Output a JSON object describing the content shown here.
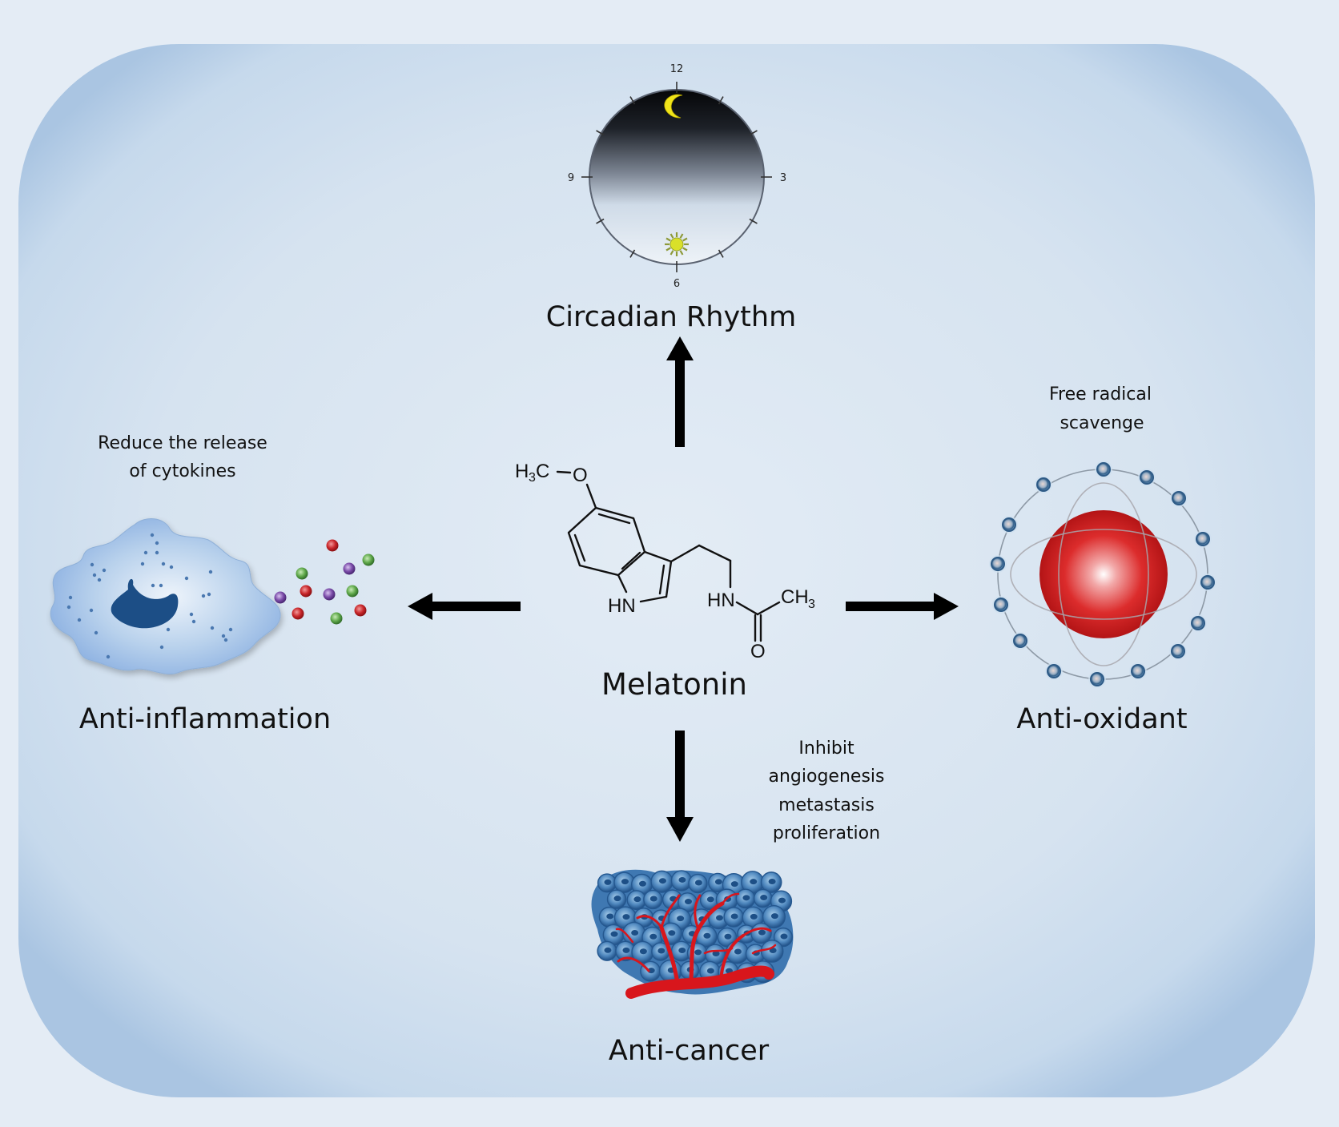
{
  "diagram": {
    "center": {
      "molecule_name": "Melatonin",
      "structure_labels": {
        "methoxy_h": "H",
        "methoxy_sub": "3",
        "methoxy_c": "C",
        "methoxy_o": "O",
        "indole_nh": "HN",
        "amide_nh": "HN",
        "methyl_c": "CH",
        "methyl_sub": "3",
        "carbonyl_o": "O"
      }
    },
    "effects": [
      {
        "id": "circadian",
        "title": "Circadian Rhythm",
        "direction": "up",
        "caption_lines": [],
        "icon": "clock-day-night-icon",
        "clock_numbers": [
          "12",
          "3",
          "6",
          "9"
        ]
      },
      {
        "id": "anti-inflammation",
        "title": "Anti-inflammation",
        "direction": "left",
        "caption_lines": [
          "Reduce the release",
          "of cytokines"
        ],
        "icon": "macrophage-cytokines-icon"
      },
      {
        "id": "anti-oxidant",
        "title": "Anti-oxidant",
        "direction": "right",
        "caption_lines": [
          "Free radical",
          "scavenge"
        ],
        "icon": "atom-free-radical-icon"
      },
      {
        "id": "anti-cancer",
        "title": "Anti-cancer",
        "direction": "down",
        "caption_lines": [
          "Inhibit",
          "angiogenesis",
          "metastasis",
          "proliferation"
        ],
        "icon": "tumor-vasculature-icon"
      }
    ],
    "colors": {
      "page_background": "#e4ecf5",
      "panel_edge": "#b3cbe4",
      "panel_center": "#e2ebf4",
      "arrow": "#000000",
      "nucleus_red": "#d21f1f",
      "electron_blue": "#4c7aa6",
      "cell_blue": "#a9c6e6",
      "cell_nucleus": "#1c4e86",
      "vessel_red": "#d8161c",
      "cytokine_red": "#c8262a",
      "cytokine_green": "#5fa84a",
      "cytokine_purple": "#7a4ba8",
      "moon": "#f0e41a",
      "sun": "#d9e02a"
    }
  }
}
